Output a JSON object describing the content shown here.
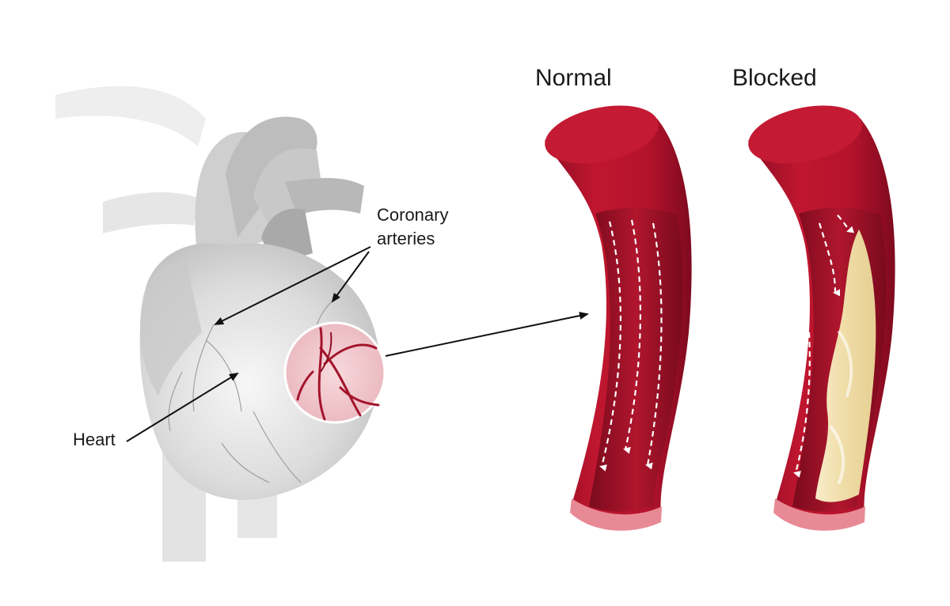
{
  "labels": {
    "normal": "Normal",
    "blocked": "Blocked",
    "coronary_line1": "Coronary",
    "coronary_line2": "arteries",
    "heart": "Heart"
  },
  "colors": {
    "vessel_outer": "#b8122f",
    "vessel_inner": "#8e0a22",
    "vessel_rim": "#e88a96",
    "plaque": "#f3e3b5",
    "heart_gray": "#d9d9d9",
    "artery_red": "#a3142c"
  },
  "icons": [
    "arrow-icon",
    "flow-arrow-icon"
  ]
}
